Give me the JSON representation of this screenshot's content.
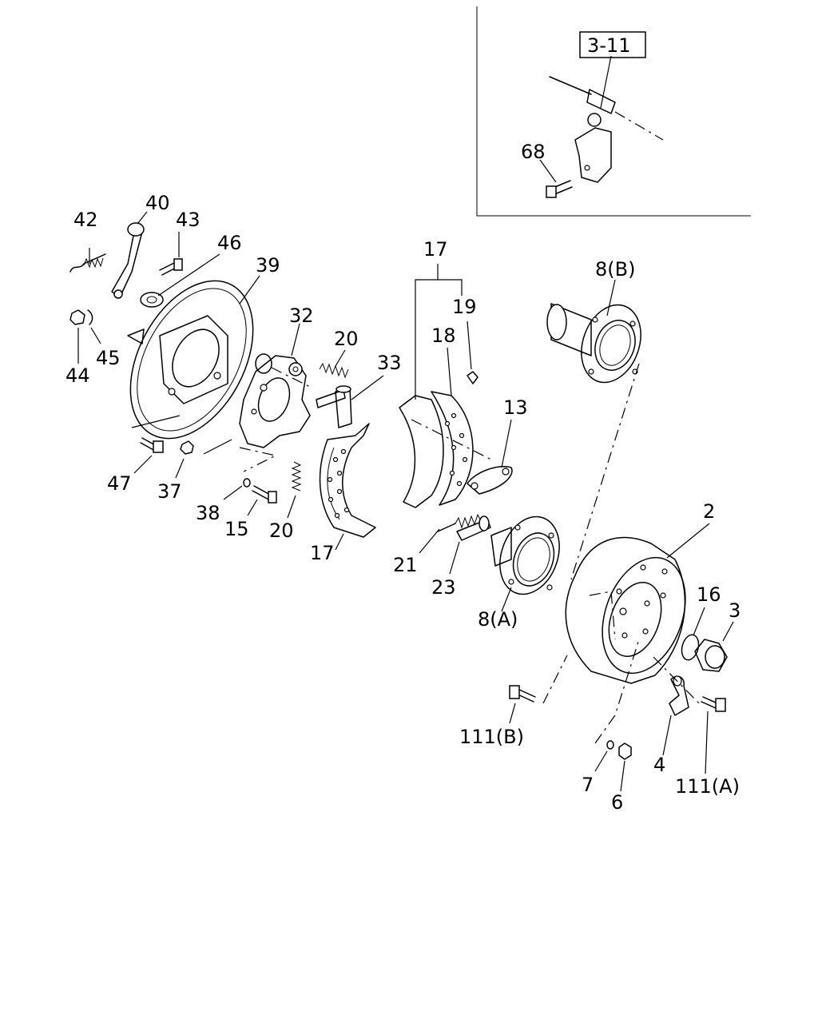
{
  "inset": {
    "ref_label": "3-11",
    "part_label": "68"
  },
  "callouts": [
    {
      "id": "c42",
      "text": "42"
    },
    {
      "id": "c40",
      "text": "40"
    },
    {
      "id": "c43",
      "text": "43"
    },
    {
      "id": "c46",
      "text": "46"
    },
    {
      "id": "c39",
      "text": "39"
    },
    {
      "id": "c44",
      "text": "44"
    },
    {
      "id": "c45",
      "text": "45"
    },
    {
      "id": "c32",
      "text": "32"
    },
    {
      "id": "c20a",
      "text": "20"
    },
    {
      "id": "c33",
      "text": "33"
    },
    {
      "id": "c17a",
      "text": "17"
    },
    {
      "id": "c19",
      "text": "19"
    },
    {
      "id": "c18",
      "text": "18"
    },
    {
      "id": "c8b",
      "text": "8(B)"
    },
    {
      "id": "c13",
      "text": "13"
    },
    {
      "id": "c47",
      "text": "47"
    },
    {
      "id": "c37",
      "text": "37"
    },
    {
      "id": "c38",
      "text": "38"
    },
    {
      "id": "c15",
      "text": "15"
    },
    {
      "id": "c20b",
      "text": "20"
    },
    {
      "id": "c17b",
      "text": "17"
    },
    {
      "id": "c21",
      "text": "21"
    },
    {
      "id": "c23",
      "text": "23"
    },
    {
      "id": "c8a",
      "text": "8(A)"
    },
    {
      "id": "c2",
      "text": "2"
    },
    {
      "id": "c16",
      "text": "16"
    },
    {
      "id": "c3",
      "text": "3"
    },
    {
      "id": "c111b",
      "text": "111(B)"
    },
    {
      "id": "c7",
      "text": "7"
    },
    {
      "id": "c6",
      "text": "6"
    },
    {
      "id": "c4",
      "text": "4"
    },
    {
      "id": "c111a",
      "text": "111(A)"
    }
  ]
}
